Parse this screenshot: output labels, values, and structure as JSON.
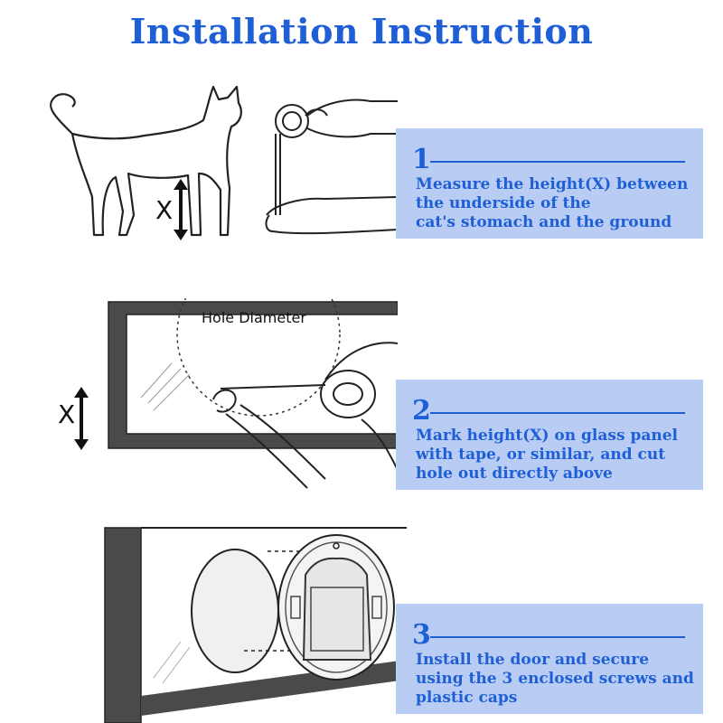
{
  "title": "Installation Instruction",
  "colors": {
    "title": "#1f5fd6",
    "step_text": "#1f5fd6",
    "step_box": "#b8ccf4",
    "line_art": "#222222"
  },
  "steps": [
    {
      "number": "1",
      "lines": [
        "Measure the height(X) between",
        "the underside of the",
        "cat's stomach and the ground"
      ]
    },
    {
      "number": "2",
      "lines": [
        "Mark height(X) on glass panel",
        "with tape, or similar, and cut",
        "hole out directly above"
      ]
    },
    {
      "number": "3",
      "lines": [
        "Install the door and secure",
        "using the 3 enclosed screws and",
        "plastic caps"
      ]
    }
  ],
  "illustrations": {
    "x_label": "X",
    "hole_label": "Hole Diameter"
  }
}
